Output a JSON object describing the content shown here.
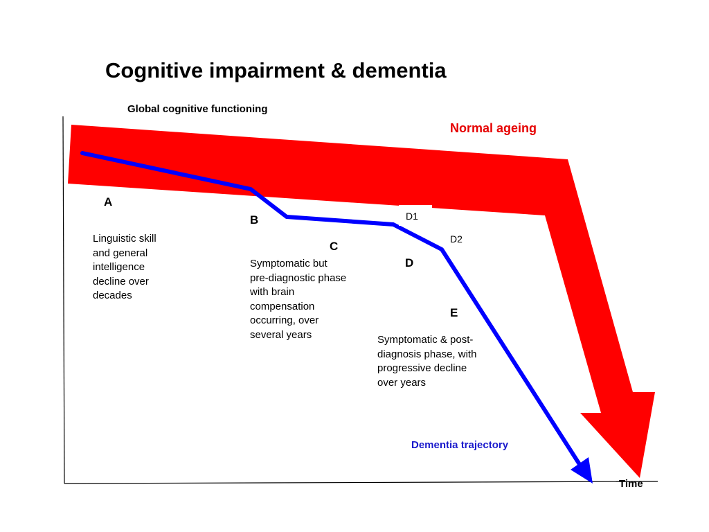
{
  "title": "Cognitive impairment & dementia",
  "axes": {
    "y_label": "Global cognitive functioning",
    "x_label": "Time"
  },
  "trajectories": {
    "normal": {
      "label": "Normal ageing",
      "color": "#ff0000"
    },
    "dementia": {
      "label": "Dementia trajectory",
      "color": "#0000ff"
    }
  },
  "stages": {
    "A": "A",
    "B": "B",
    "C": "C",
    "D": "D",
    "D1": "D1",
    "D2": "D2",
    "E": "E"
  },
  "descriptions": {
    "A": "Linguistic skill and general intelligence decline over decades",
    "C": "Symptomatic but pre-diagnostic phase with brain compensation occurring, over several years",
    "E": "Symptomatic & post-diagnosis phase, with progressive decline over years"
  }
}
